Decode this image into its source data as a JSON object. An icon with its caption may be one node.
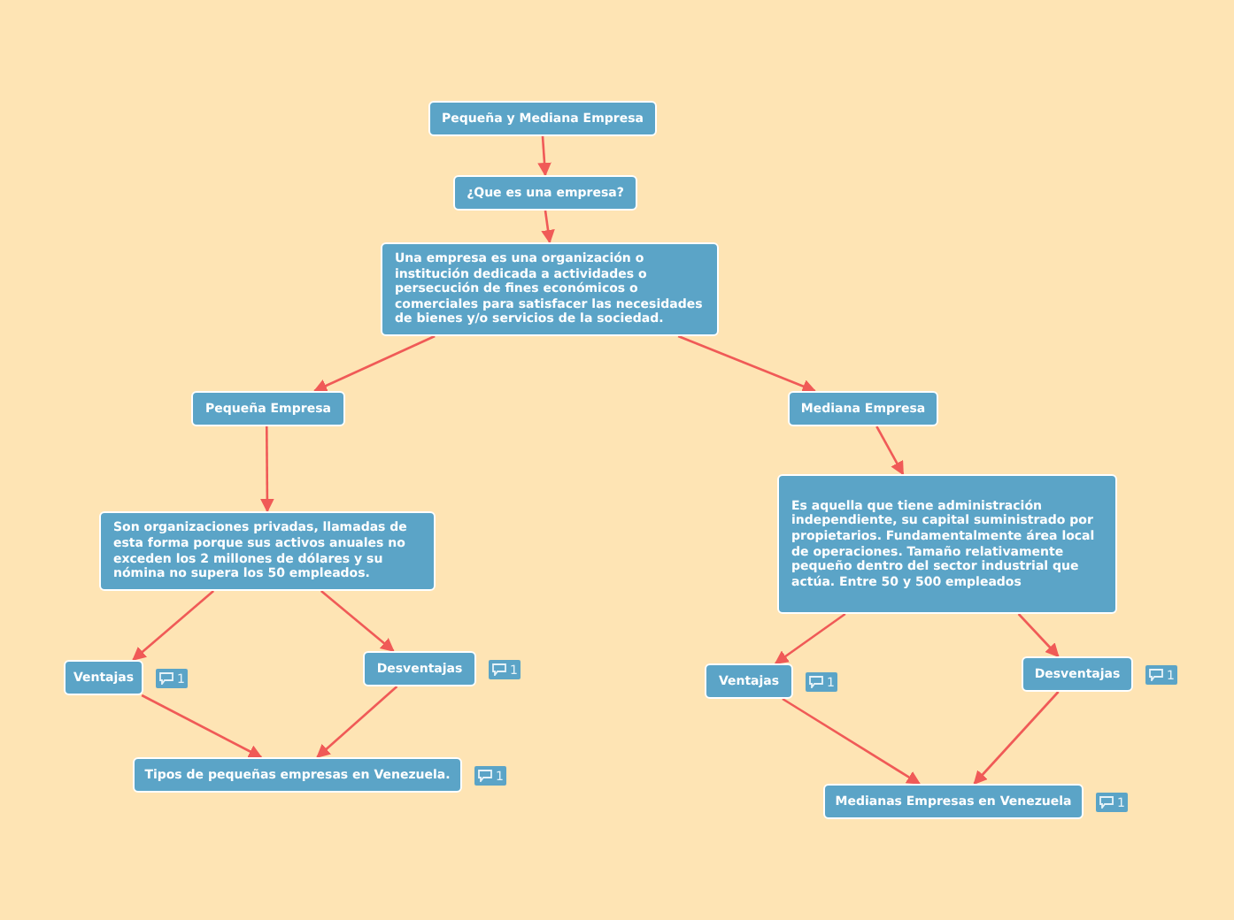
{
  "diagram": {
    "nodes": [
      {
        "text": [
          "Pequeña y Mediana Empresa"
        ]
      },
      {
        "text": [
          "¿Que es una empresa?"
        ]
      },
      {
        "text": [
          "Una empresa es una organización o institución dedicada a actividades o persecución de fines económicos o comerciales para satisfacer las necesidades de bienes y/o servicios de la sociedad."
        ]
      },
      {
        "text": [
          "Pequeña Empresa"
        ]
      },
      {
        "text": [
          "Mediana Empresa"
        ]
      },
      {
        "text": [
          "Son organizaciones privadas, llamadas de esta forma porque sus activos anuales no exceden los 2 millones de dólares y su nómina no supera los 50 empleados."
        ]
      },
      {
        "text": [
          "Es aquella que tiene administración independiente, su capital suministrado por propietarios. Fundamentalmente área local de operaciones. Tamaño relativamente pequeño dentro del sector industrial que actúa. Entre 50 y 500 empleados"
        ]
      },
      {
        "text": [
          "Ventajas"
        ],
        "beside": [
          "1"
        ]
      },
      {
        "text": [
          "Desventajas"
        ],
        "beside": [
          "1"
        ]
      },
      {
        "text": [
          "Tipos de pequeñas empresas en Venezuela."
        ],
        "beside": [
          "1"
        ]
      },
      {
        "text": [
          "Ventajas"
        ],
        "beside": [
          "1"
        ]
      },
      {
        "text": [
          "Desventajas"
        ],
        "beside": [
          "1"
        ]
      },
      {
        "text": [
          "Medianas Empresas en Venezuela"
        ],
        "beside": [
          "1"
        ]
      }
    ],
    "edges": [
      {
        "from": 0,
        "to": 1,
        "arrow": "to"
      },
      {
        "from": 1,
        "to": 2,
        "arrow": "to"
      },
      {
        "from": 2,
        "to": 3,
        "arrow": "to"
      },
      {
        "from": 2,
        "to": 4,
        "arrow": "to"
      },
      {
        "from": 3,
        "to": 5,
        "arrow": "to"
      },
      {
        "from": 4,
        "to": 6,
        "arrow": "to"
      },
      {
        "from": 5,
        "to": 7,
        "arrow": "to"
      },
      {
        "from": 5,
        "to": 8,
        "arrow": "to"
      },
      {
        "from": 7,
        "to": 9,
        "arrow": "to"
      },
      {
        "from": 8,
        "to": 9,
        "arrow": "to"
      },
      {
        "from": 6,
        "to": 10,
        "arrow": "to"
      },
      {
        "from": 6,
        "to": 11,
        "arrow": "to"
      },
      {
        "from": 10,
        "to": 12,
        "arrow": "to"
      },
      {
        "from": 11,
        "to": 12,
        "arrow": "to"
      }
    ]
  }
}
